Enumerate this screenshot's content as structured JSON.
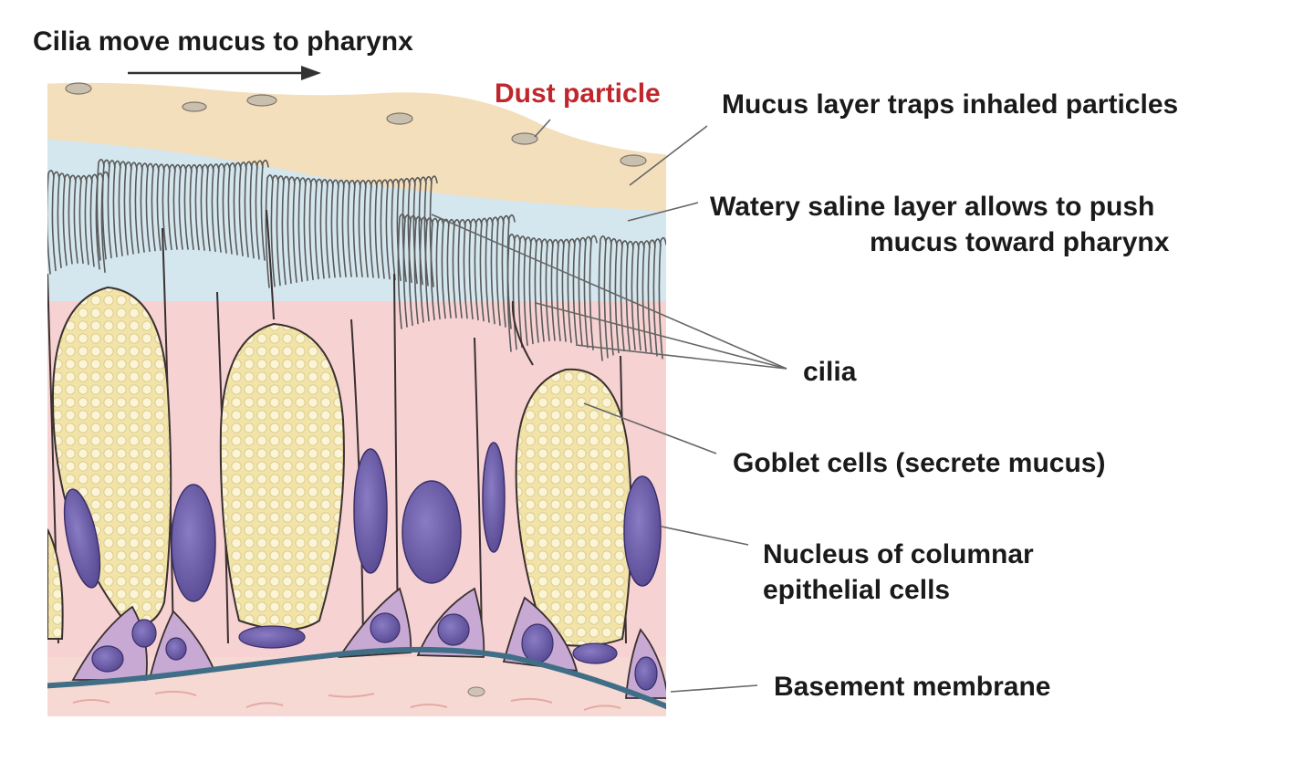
{
  "labels": {
    "cilia_move": "Cilia move mucus to pharynx",
    "dust": "Dust particle",
    "mucus_layer": "Mucus layer traps inhaled particles",
    "watery_line1": "Watery saline layer allows to push",
    "watery_line2": "mucus toward pharynx",
    "cilia": "cilia",
    "goblet": "Goblet cells (secrete mucus)",
    "nucleus_line1": "Nucleus of columnar",
    "nucleus_line2": "epithelial cells",
    "basement": "Basement membrane"
  },
  "colors": {
    "mucus": "#f4dfbd",
    "saline": "#d4e6ee",
    "cilia": "#5a5a5a",
    "columnar_cell": "#f7d2d2",
    "goblet_cell": "#f2e4a8",
    "nucleus": "#6c5ca8",
    "basal_cell": "#c7a9d3",
    "basement": "#3f6e86",
    "connective_tissue": "#f7d9d4",
    "dust_label": "#c0272d"
  }
}
